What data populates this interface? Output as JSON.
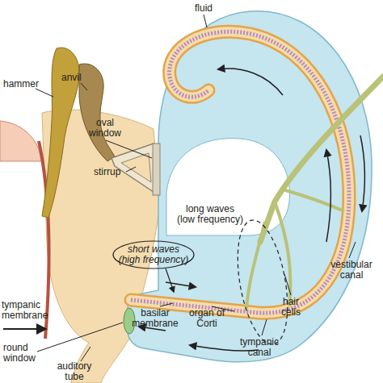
{
  "diagram": {
    "labels": [
      "fluid",
      "hammer",
      "anvil",
      "oval window",
      "stirrup",
      "long waves (low frequency)",
      "short waves (high frequency)",
      "tympanic membrane",
      "round window",
      "auditory tube",
      "basilar membrane",
      "organ of Corti",
      "tympanic canal",
      "hair cells",
      "vestibular canal"
    ]
  }
}
